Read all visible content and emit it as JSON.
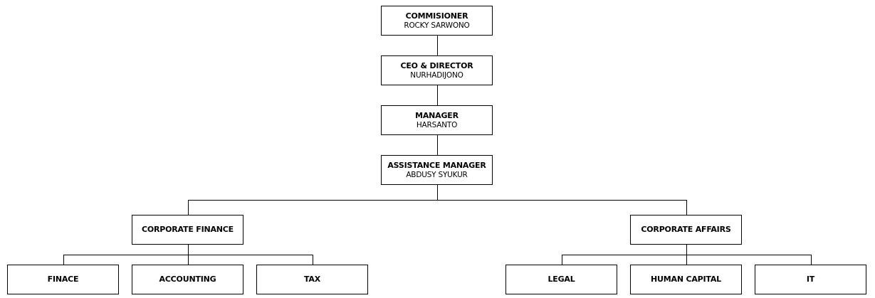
{
  "nodes": {
    "commissioner": {
      "title": "COMMISIONER",
      "name": "ROCKY SARWONO"
    },
    "ceo": {
      "title": "CEO & DIRECTOR",
      "name": "NURHADIJONO"
    },
    "manager": {
      "title": "MANAGER",
      "name": "HARSANTO"
    },
    "assistant": {
      "title": "ASSISTANCE MANAGER",
      "name": "ABDUSY SYUKUR"
    },
    "corp_finance": {
      "title": "CORPORATE FINANCE"
    },
    "corp_affairs": {
      "title": "CORPORATE AFFAIRS"
    },
    "finance": {
      "title": "FINACE"
    },
    "accounting": {
      "title": "ACCOUNTING"
    },
    "tax": {
      "title": "TAX"
    },
    "legal": {
      "title": "LEGAL"
    },
    "human_capital": {
      "title": "HUMAN CAPITAL"
    },
    "it": {
      "title": "IT"
    }
  },
  "edges": [
    [
      "commissioner",
      "ceo"
    ],
    [
      "ceo",
      "manager"
    ],
    [
      "manager",
      "assistant"
    ],
    [
      "assistant",
      "corp_finance"
    ],
    [
      "assistant",
      "corp_affairs"
    ],
    [
      "corp_finance",
      "finance"
    ],
    [
      "corp_finance",
      "accounting"
    ],
    [
      "corp_finance",
      "tax"
    ],
    [
      "corp_affairs",
      "legal"
    ],
    [
      "corp_affairs",
      "human_capital"
    ],
    [
      "corp_affairs",
      "it"
    ]
  ]
}
